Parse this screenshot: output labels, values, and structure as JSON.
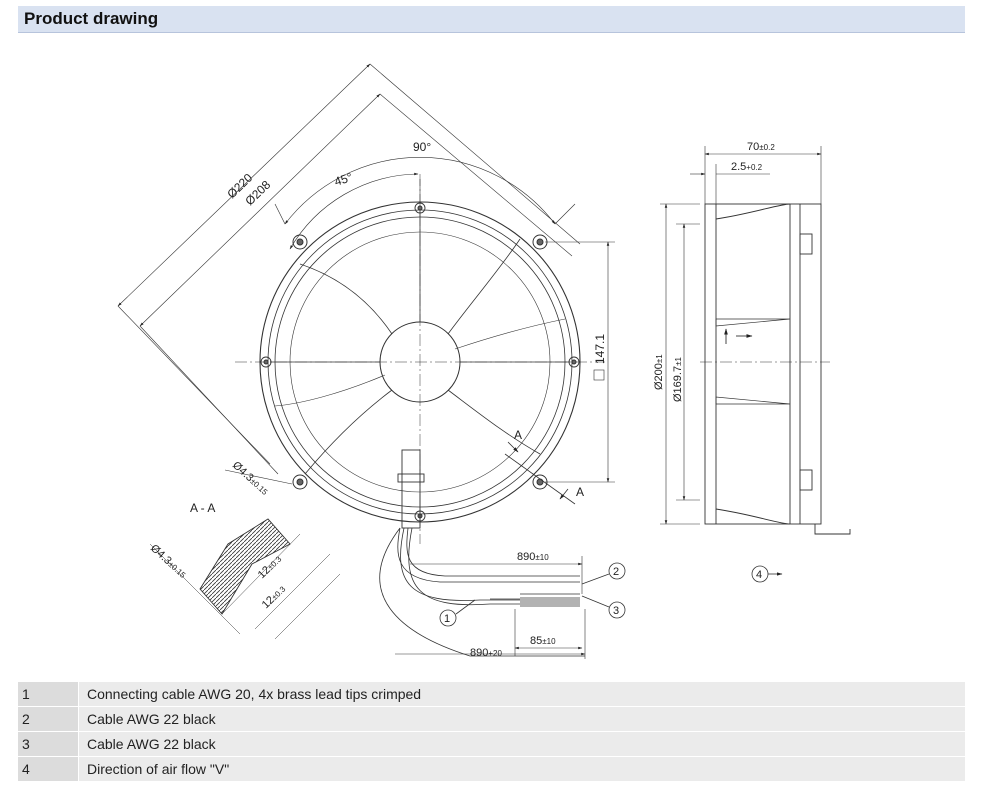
{
  "header": {
    "title": "Product drawing"
  },
  "drawing": {
    "dim_outer_diameter": "Ø220",
    "dim_inner_diameter": "Ø208",
    "angle_90": "90°",
    "angle_45": "45°",
    "dim_square": "147.1",
    "section_A": "A",
    "section_AA": "A - A",
    "hole_dia": "Ø4.3",
    "hole_tol": "±0.15",
    "flange_12": "12",
    "flange_tol": "±0.3",
    "cable_890_a": "890",
    "cable_890_a_tol": "±10",
    "cable_890_b": "890",
    "cable_890_b_tol": "+20",
    "cable_85": "85",
    "cable_85_tol": "±10",
    "depth_70": "70",
    "depth_70_tol": "±0.2",
    "offset_2_5": "2.5",
    "offset_tol": "+0.2",
    "dia_200": "Ø200",
    "dia_200_tol": "±1",
    "dia_169_7": "Ø169.7",
    "dia_169_7_tol": "±1",
    "callout_1": "1",
    "callout_2": "2",
    "callout_3": "3",
    "callout_4": "4"
  },
  "legend": [
    {
      "num": "1",
      "text": "Connecting cable AWG 20, 4x brass lead tips crimped"
    },
    {
      "num": "2",
      "text": "Cable AWG 22 black"
    },
    {
      "num": "3",
      "text": "Cable AWG 22 black"
    },
    {
      "num": "4",
      "text": "Direction of air flow \"V\""
    }
  ]
}
